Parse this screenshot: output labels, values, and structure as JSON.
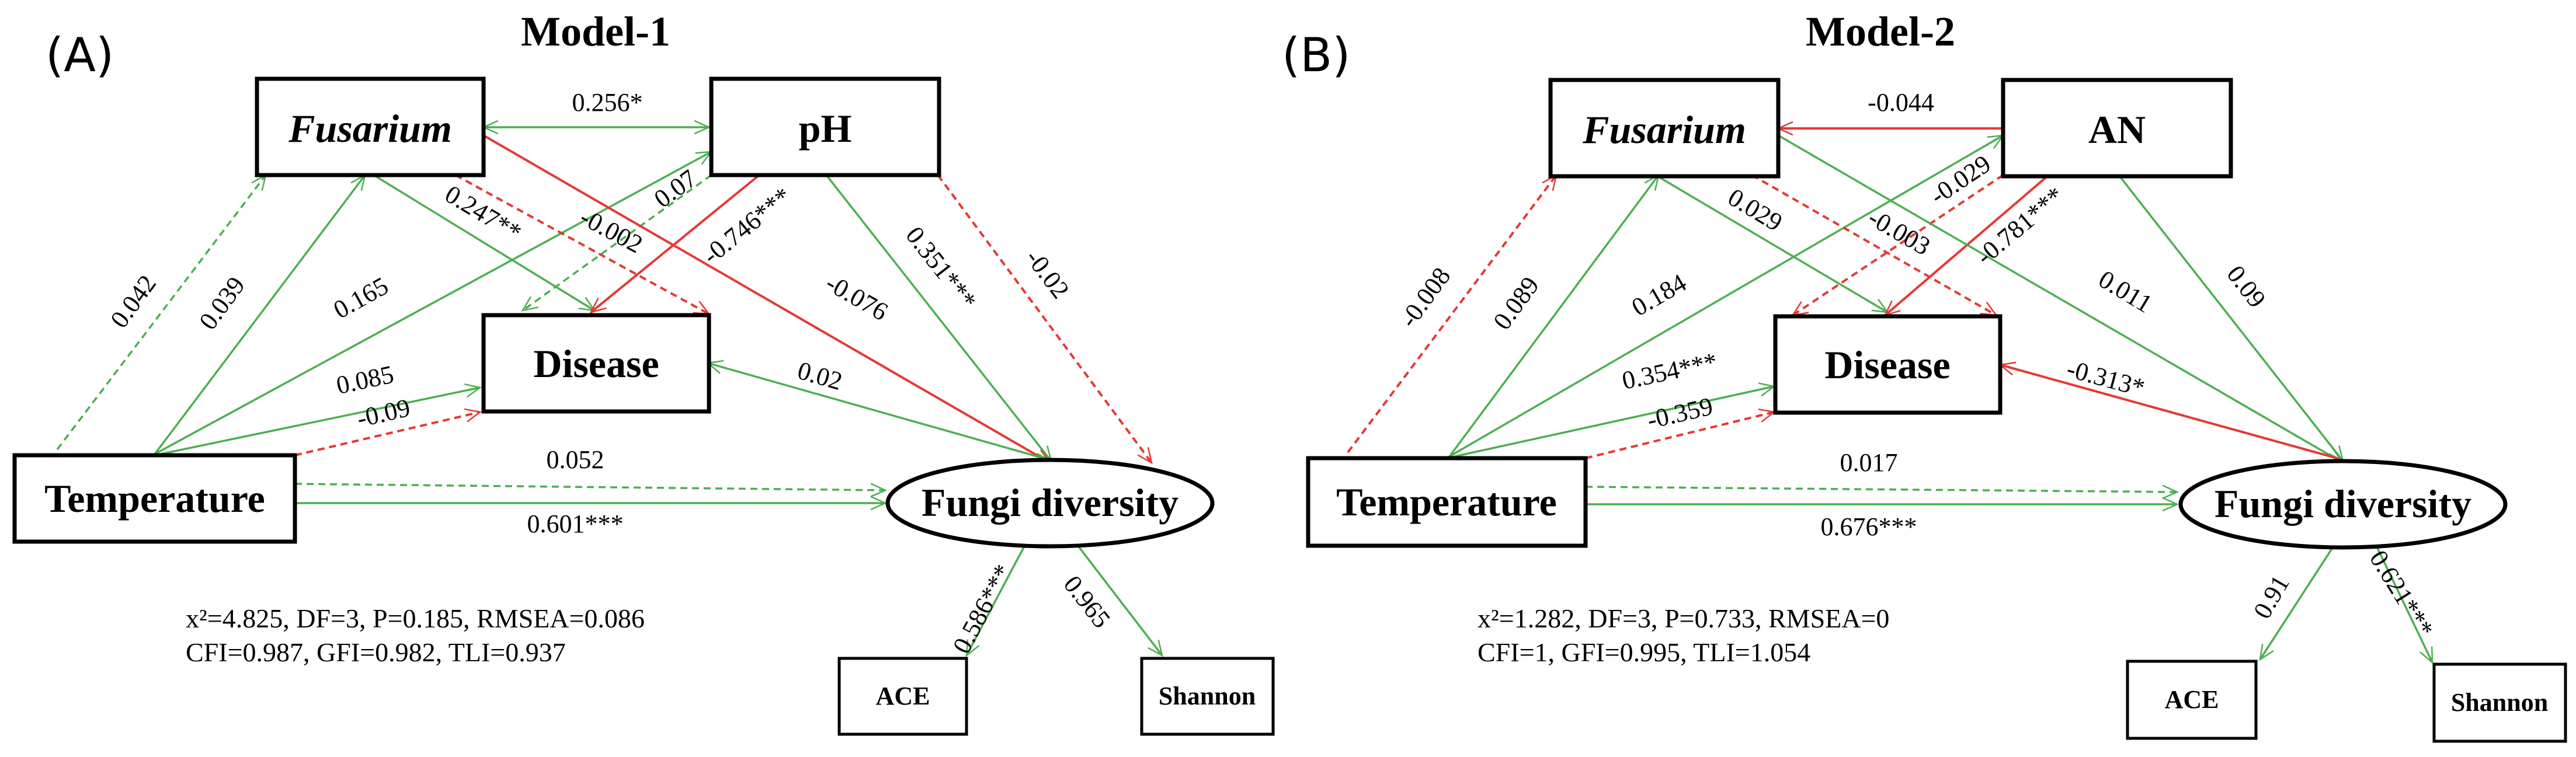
{
  "colors": {
    "positive": "#4caf50",
    "negative": "#e53935"
  },
  "panels": [
    {
      "label": "(A)",
      "title": "Model-1",
      "nodes": {
        "fusarium": "Fusarium",
        "factor": "pH",
        "disease": "Disease",
        "temperature": "Temperature",
        "fungi": "Fungi diversity",
        "ace": "ACE",
        "shannon": "Shannon"
      },
      "paths": [
        {
          "from": "fusarium",
          "to": "factor",
          "coef": "0.256*",
          "sign": "positive",
          "significant": true
        },
        {
          "from": "temperature",
          "to": "fusarium",
          "coef": "0.042",
          "sign": "positive",
          "significant": false
        },
        {
          "from": "temperature",
          "to": "fusarium",
          "coef": "0.039",
          "sign": "positive",
          "significant": false
        },
        {
          "from": "temperature",
          "to": "factor",
          "coef": "0.165",
          "sign": "positive",
          "significant": false
        },
        {
          "from": "fusarium",
          "to": "disease",
          "coef": "0.247**",
          "sign": "positive",
          "significant": true
        },
        {
          "from": "fusarium",
          "to": "disease",
          "coef": "-0.002",
          "sign": "negative",
          "significant": false
        },
        {
          "from": "factor",
          "to": "disease",
          "coef": "0.07",
          "sign": "positive",
          "significant": false
        },
        {
          "from": "factor",
          "to": "disease",
          "coef": "-0.746***",
          "sign": "negative",
          "significant": true
        },
        {
          "from": "fusarium",
          "to": "fungi",
          "coef": "-0.076",
          "sign": "negative",
          "significant": false
        },
        {
          "from": "factor",
          "to": "fungi",
          "coef": "0.351***",
          "sign": "positive",
          "significant": true
        },
        {
          "from": "factor",
          "to": "fungi",
          "coef": "-0.02",
          "sign": "negative",
          "significant": false
        },
        {
          "from": "temperature",
          "to": "disease",
          "coef": "0.085",
          "sign": "positive",
          "significant": false
        },
        {
          "from": "temperature",
          "to": "disease",
          "coef": "-0.09",
          "sign": "negative",
          "significant": false
        },
        {
          "from": "fungi",
          "to": "disease",
          "coef": "0.02",
          "sign": "positive",
          "significant": false
        },
        {
          "from": "temperature",
          "to": "fungi",
          "coef": "0.052",
          "sign": "positive",
          "significant": false
        },
        {
          "from": "temperature",
          "to": "fungi",
          "coef": "0.601***",
          "sign": "positive",
          "significant": true
        },
        {
          "from": "fungi",
          "to": "ace",
          "coef": "0.586***",
          "sign": "positive",
          "significant": true
        },
        {
          "from": "fungi",
          "to": "shannon",
          "coef": "0.965",
          "sign": "positive",
          "significant": true
        }
      ],
      "stats_line1": "x²=4.825, DF=3, P=0.185, RMSEA=0.086",
      "stats_line2": "CFI=0.987, GFI=0.982, TLI=0.937"
    },
    {
      "label": "(B)",
      "title": "Model-2",
      "nodes": {
        "fusarium": "Fusarium",
        "factor": "AN",
        "disease": "Disease",
        "temperature": "Temperature",
        "fungi": "Fungi diversity",
        "ace": "ACE",
        "shannon": "Shannon"
      },
      "paths": [
        {
          "from": "factor",
          "to": "fusarium",
          "coef": "-0.044",
          "sign": "negative",
          "significant": false
        },
        {
          "from": "temperature",
          "to": "fusarium",
          "coef": "-0.008",
          "sign": "negative",
          "significant": false
        },
        {
          "from": "temperature",
          "to": "fusarium",
          "coef": "0.089",
          "sign": "positive",
          "significant": false
        },
        {
          "from": "temperature",
          "to": "factor",
          "coef": "0.184",
          "sign": "positive",
          "significant": false
        },
        {
          "from": "fusarium",
          "to": "disease",
          "coef": "0.029",
          "sign": "positive",
          "significant": false
        },
        {
          "from": "fusarium",
          "to": "disease",
          "coef": "-0.003",
          "sign": "negative",
          "significant": false
        },
        {
          "from": "factor",
          "to": "disease",
          "coef": "-0.029",
          "sign": "negative",
          "significant": false
        },
        {
          "from": "factor",
          "to": "disease",
          "coef": "-0.781***",
          "sign": "negative",
          "significant": true
        },
        {
          "from": "fusarium",
          "to": "fungi",
          "coef": "0.011",
          "sign": "positive",
          "significant": false
        },
        {
          "from": "factor",
          "to": "fungi",
          "coef": "0.09",
          "sign": "positive",
          "significant": false
        },
        {
          "from": "temperature",
          "to": "disease",
          "coef": "0.354***",
          "sign": "positive",
          "significant": true
        },
        {
          "from": "temperature",
          "to": "disease",
          "coef": "-0.359",
          "sign": "negative",
          "significant": false
        },
        {
          "from": "fungi",
          "to": "disease",
          "coef": "-0.313*",
          "sign": "negative",
          "significant": true
        },
        {
          "from": "temperature",
          "to": "fungi",
          "coef": "0.017",
          "sign": "positive",
          "significant": false
        },
        {
          "from": "temperature",
          "to": "fungi",
          "coef": "0.676***",
          "sign": "positive",
          "significant": true
        },
        {
          "from": "fungi",
          "to": "ace",
          "coef": "0.91",
          "sign": "positive",
          "significant": true
        },
        {
          "from": "fungi",
          "to": "shannon",
          "coef": "0.621***",
          "sign": "positive",
          "significant": true
        }
      ],
      "stats_line1": "x²=1.282, DF=3, P=0.733, RMSEA=0",
      "stats_line2": "CFI=1, GFI=0.995, TLI=1.054"
    }
  ]
}
